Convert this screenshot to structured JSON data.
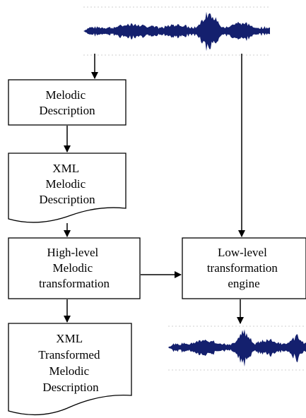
{
  "nodes": {
    "melodic_description": {
      "lines": [
        "Melodic",
        "Description"
      ]
    },
    "xml_melodic_description": {
      "lines": [
        "XML",
        "Melodic",
        "Description"
      ]
    },
    "high_level_transformation": {
      "lines": [
        "High-level",
        "Melodic",
        "transformation"
      ]
    },
    "low_level_engine": {
      "lines": [
        "Low-level",
        "transformation",
        "engine"
      ]
    },
    "xml_transformed": {
      "lines": [
        "XML",
        "Transformed",
        "Melodic",
        "Description"
      ]
    }
  },
  "waveforms": {
    "input": {
      "icon": "audio-waveform",
      "color": "#14206e"
    },
    "output": {
      "icon": "audio-waveform",
      "color": "#14206e"
    }
  },
  "colors": {
    "stroke": "#000000",
    "waveform": "#14206e",
    "dotted_frame": "#cfcfcf"
  }
}
